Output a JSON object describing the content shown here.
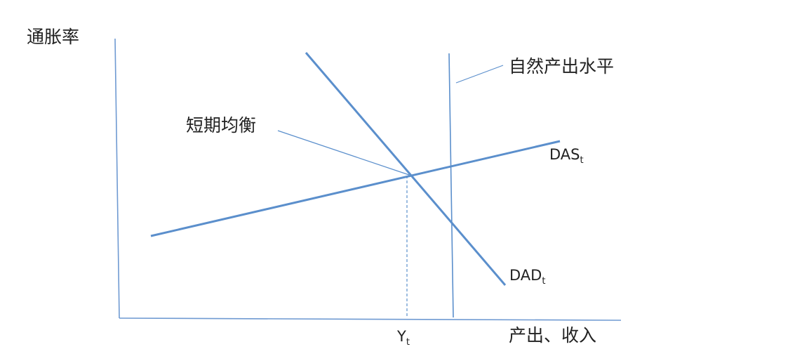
{
  "axes": {
    "y_label": "通胀率",
    "x_label": "产出、收入"
  },
  "annotations": {
    "natural_output": "自然产出水平",
    "short_run_equilibrium": "短期均衡"
  },
  "curves": {
    "das": {
      "main": "DAS",
      "sub": "t"
    },
    "dad": {
      "main": "DAD",
      "sub": "t"
    }
  },
  "equilibrium_output": {
    "main": "Y",
    "sub": "t"
  },
  "colors": {
    "curve": "#5b8fcc",
    "axis": "#6f9ad2",
    "text": "#222222"
  }
}
